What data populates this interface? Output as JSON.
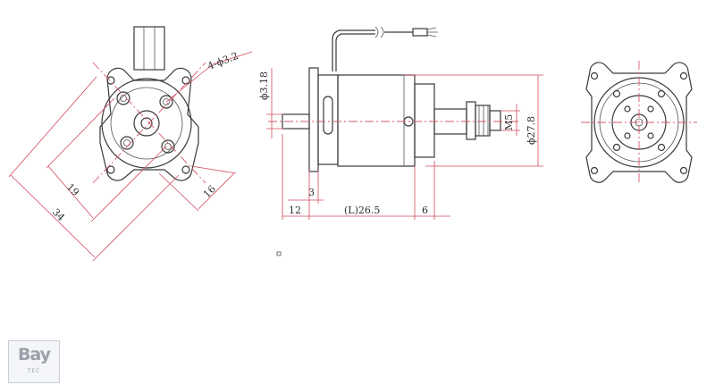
{
  "dimensions": {
    "holes": "4-ϕ3.2",
    "mount_diag": "34",
    "bolt_circle": "19",
    "arm_width": "16",
    "shaft_dia": "ϕ3.18",
    "flange_thk": "3",
    "shaft_len": "12",
    "body_len": "(L)26.5",
    "prop_len": "6",
    "thread": "M5",
    "body_dia": "ϕ27.8"
  },
  "logo": {
    "text": "Bay",
    "sub": "TEC"
  }
}
